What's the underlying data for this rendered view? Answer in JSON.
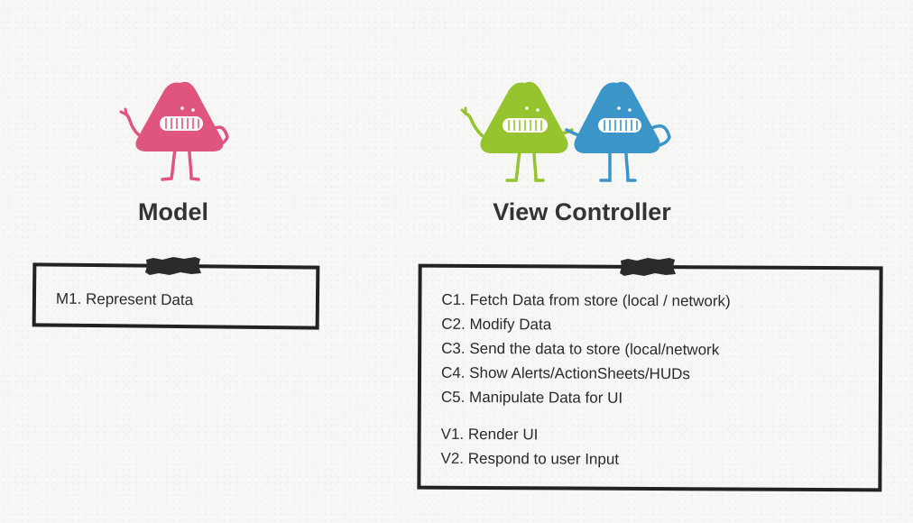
{
  "model": {
    "heading": "Model",
    "items": [
      "M1. Represent Data"
    ],
    "character": {
      "name": "pink-character",
      "color": "#e05480"
    }
  },
  "view_controller": {
    "heading": "View Controller",
    "controller_items": [
      "C1. Fetch Data from store (local / network)",
      "C2. Modify Data",
      "C3. Send the data to store (local/network",
      "C4. Show Alerts/ActionSheets/HUDs",
      "C5. Manipulate Data for UI"
    ],
    "view_items": [
      "V1. Render UI",
      "V2. Respond to user Input"
    ],
    "characters": [
      {
        "name": "green-character",
        "color": "#96c42f"
      },
      {
        "name": "blue-character",
        "color": "#3b95c8"
      }
    ]
  },
  "colors": {
    "background": "#f7f7f6",
    "border": "#222222",
    "tape": "#2b2b2b",
    "heading": "#333333"
  }
}
